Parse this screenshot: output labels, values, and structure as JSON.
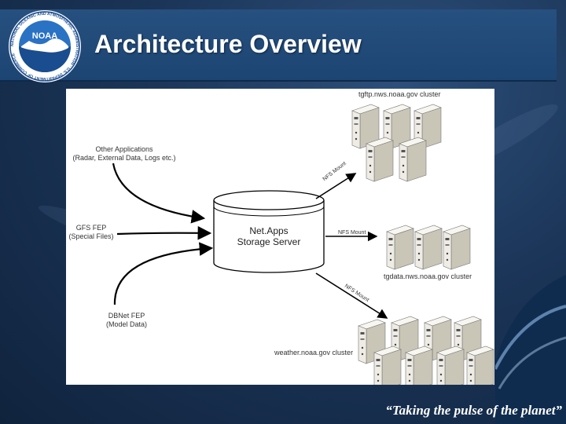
{
  "title": "Architecture Overview",
  "logo": {
    "text": "NOAA",
    "ring_text": "NATIONAL OCEANIC AND ATMOSPHERIC ADMINISTRATION · U.S. DEPARTMENT OF COMMERCE"
  },
  "tagline": "“Taking the pulse of the planet”",
  "diagram": {
    "storage": {
      "line1": "Net.Apps",
      "line2": "Storage Server"
    },
    "sources": [
      {
        "line1": "Other Applications",
        "line2": "(Radar, External Data, Logs etc.)"
      },
      {
        "line1": "GFS FEP",
        "line2": "(Special Files)"
      },
      {
        "line1": "DBNet FEP",
        "line2": "(Model Data)"
      }
    ],
    "clusters": [
      {
        "label": "tgftp.nws.noaa.gov cluster",
        "mount": "NFS Mount"
      },
      {
        "label": "tgdata.nws.noaa.gov cluster",
        "mount": "NFS Mount"
      },
      {
        "label": "weather.noaa.gov cluster",
        "mount": "NFS Mount"
      }
    ]
  },
  "colors": {
    "header": "#26507f",
    "background": "#1b3558",
    "accent": "#4a90d9"
  }
}
